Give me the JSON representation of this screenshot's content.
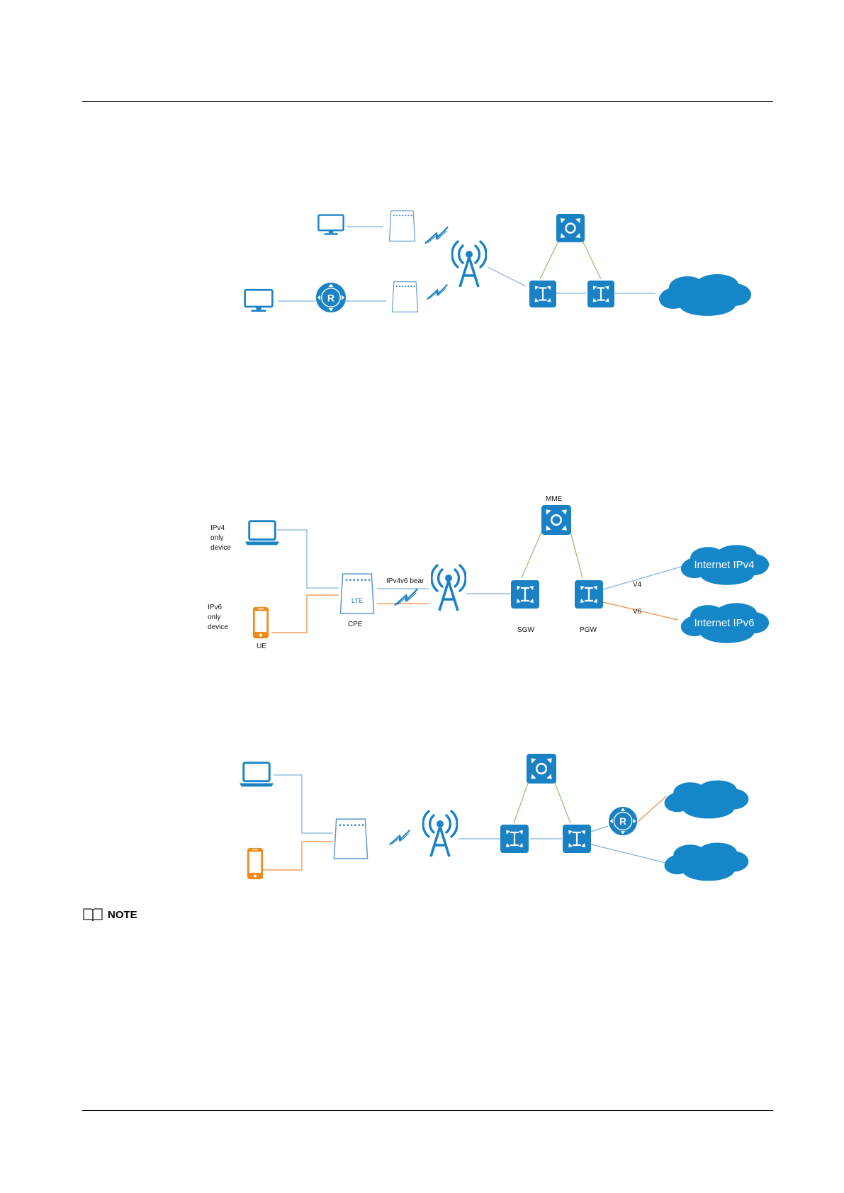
{
  "colors": {
    "node_blue": "#1a82c4",
    "cloud_blue": "#1587c8",
    "link_blue": "#7fb2dc",
    "link_orange": "#f08a3c",
    "link_green": "#8cc06a",
    "phone_orange": "#f08a1c"
  },
  "diagram2": {
    "mme_label": "MME",
    "ipv4_device_label": [
      "IPv4",
      "only",
      "device"
    ],
    "ipv6_device_label": [
      "IPv6",
      "only",
      "device"
    ],
    "ue_label": "UE",
    "cpe_label": "CPE",
    "cpe_inner_label": "LTE",
    "bearer_label": "IPv4v6 bear",
    "sgw_label": "SGW",
    "pgw_label": "PGW",
    "v4_label": "V4",
    "v6_label": "V6",
    "cloud_ipv4_label": "Internet IPv4",
    "cloud_ipv6_label": "Internet IPv6"
  },
  "note": {
    "label": "NOTE"
  },
  "icons": [
    "monitor-icon",
    "laptop-icon",
    "phone-icon",
    "router-icon",
    "cpe-icon",
    "base-station-icon",
    "switch-icon",
    "cloud-icon",
    "wireless-link-icon",
    "book-icon"
  ]
}
